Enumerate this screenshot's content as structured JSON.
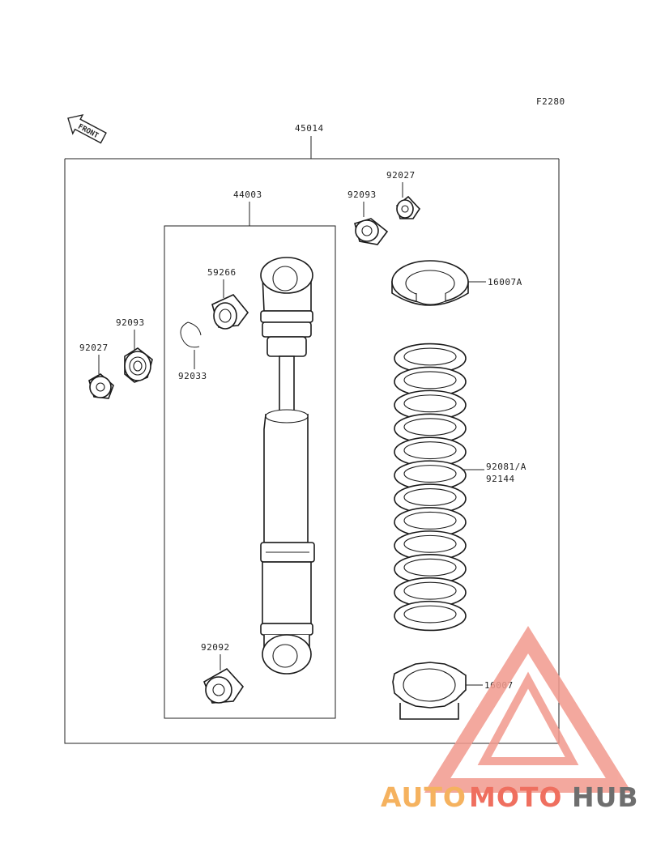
{
  "figure_code": "F2280",
  "front_label": "FRONT",
  "labels": {
    "assembly": "45014",
    "shock_absorber": "44003",
    "collar_92093_top": "92093",
    "collar_92027_top": "92027",
    "bushing_59266": "59266",
    "circlip_92033": "92033",
    "bearing_92093_left": "92093",
    "collar_92027_left": "92027",
    "spring_guide": "16007A",
    "spring_line1": "92081/A",
    "spring_line2": "92144",
    "bushing_92092": "92092",
    "adjuster": "16007"
  },
  "watermark": {
    "part1": "AUTO",
    "part2": "MOTO",
    "part3": "HUB",
    "colors": {
      "triangle": "#f29a8e",
      "auto": "#f5b25f",
      "moto": "#ef6f5f",
      "hub": "#6e6e6e"
    }
  }
}
